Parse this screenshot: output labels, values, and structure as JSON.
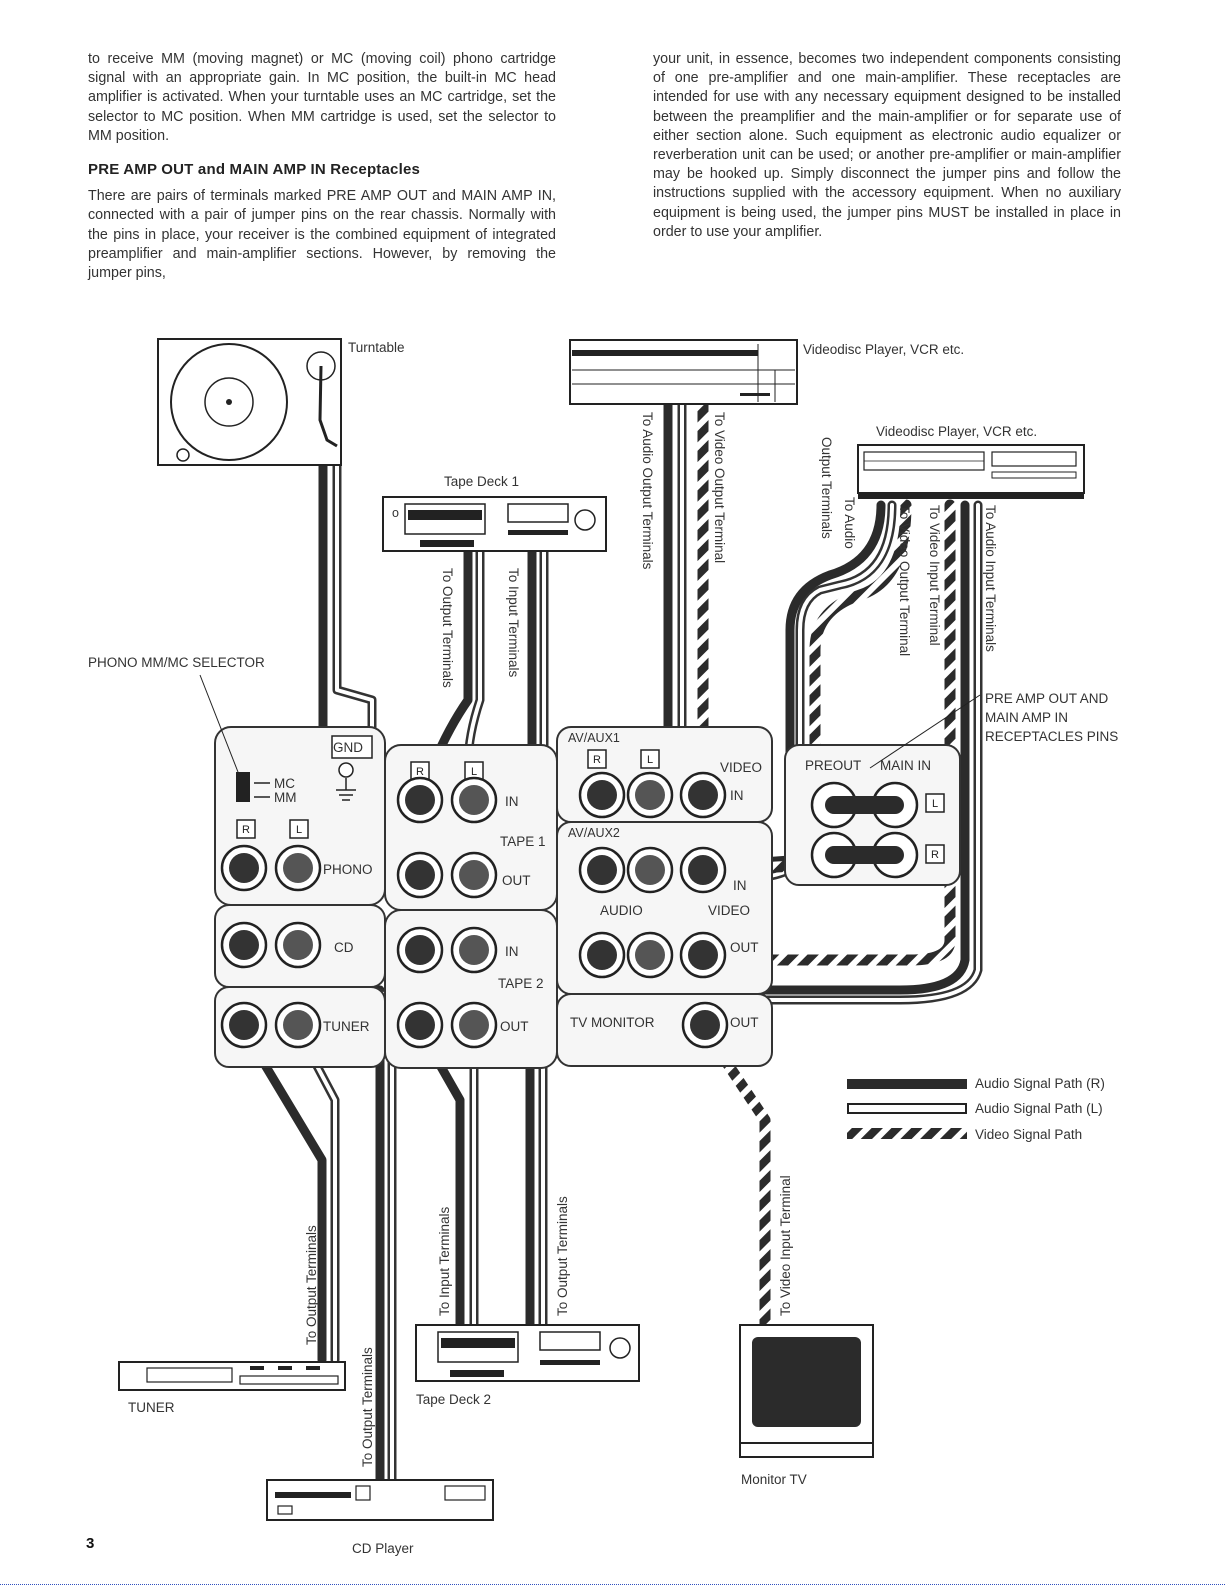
{
  "text": {
    "left_intro": "to receive MM (moving magnet) or MC (moving coil) phono cartridge signal with an appropriate gain. In MC position, the built-in MC head amplifier is activated. When your turntable uses an MC cartridge, set the selector to MC position. When MM cartridge is used, set the selector to MM position.",
    "heading": "PRE AMP OUT and MAIN AMP IN Receptacles",
    "left_body": "There are pairs of terminals marked PRE AMP OUT and MAIN AMP IN, connected with a pair of jumper pins on the rear chassis. Normally with the pins in place, your receiver is the combined equipment of integrated preamplifier and main-amplifier sections. However, by removing the jumper pins,",
    "right_body": "your unit, in essence, becomes two independent components consisting of one pre-amplifier and one main-amplifier. These receptacles are intended for use with any necessary equipment designed to be installed between the preamplifier and the main-amplifier or for separate use of either section alone. Such equipment as electronic audio equalizer or reverberation unit can be used; or another pre-amplifier or main-amplifier may be hooked up. Simply disconnect the jumper pins and follow the instructions supplied with the accessory equipment. When no auxiliary equipment is being used, the jumper pins MUST be installed in place in order to use your amplifier."
  },
  "devices": {
    "turntable": "Turntable",
    "vcr_top": "Videodisc Player, VCR etc.",
    "vcr_right": "Videodisc Player, VCR etc.",
    "tape1": "Tape Deck 1",
    "tape2": "Tape Deck 2",
    "tuner": "TUNER",
    "cd": "CD Player",
    "monitor": "Monitor TV"
  },
  "wire_labels": {
    "to_output_terminals": "To Output Terminals",
    "to_input_terminals": "To Input Terminals",
    "to_audio_output_terminals": "To Audio Output Terminals",
    "to_video_output_terminal": "To Video Output Terminal",
    "to_audio": "To Audio",
    "output_terminals": "Output Terminals",
    "to_video_output_terminal_r": "To Video Output Terminal",
    "to_video_input_terminal": "To Video Input Terminal",
    "to_audio_input_terminals": "To Audio Input Terminals",
    "to_video_input_terminal_tv": "To Video Input Terminal"
  },
  "panel_labels": {
    "selector": "PHONO MM/MC SELECTOR",
    "gnd": "GND",
    "mc": "MC",
    "mm": "MM",
    "r": "R",
    "l": "L",
    "phono": "PHONO",
    "cd": "CD",
    "tuner": "TUNER",
    "in": "IN",
    "out": "OUT",
    "tape1": "TAPE 1",
    "tape2": "TAPE 2",
    "av_aux1": "AV/AUX1",
    "av_aux2": "AV/AUX2",
    "video": "VIDEO",
    "audio": "AUDIO",
    "tv_monitor": "TV MONITOR",
    "preout": "PREOUT",
    "main_in": "MAIN IN",
    "pins_line1": "PRE AMP OUT AND",
    "pins_line2": "MAIN AMP IN",
    "pins_line3": "RECEPTACLES PINS"
  },
  "legend": {
    "audio_r": "Audio Signal Path (R)",
    "audio_l": "Audio Signal Path (L)",
    "video": "Video Signal Path"
  },
  "page_number": "3"
}
